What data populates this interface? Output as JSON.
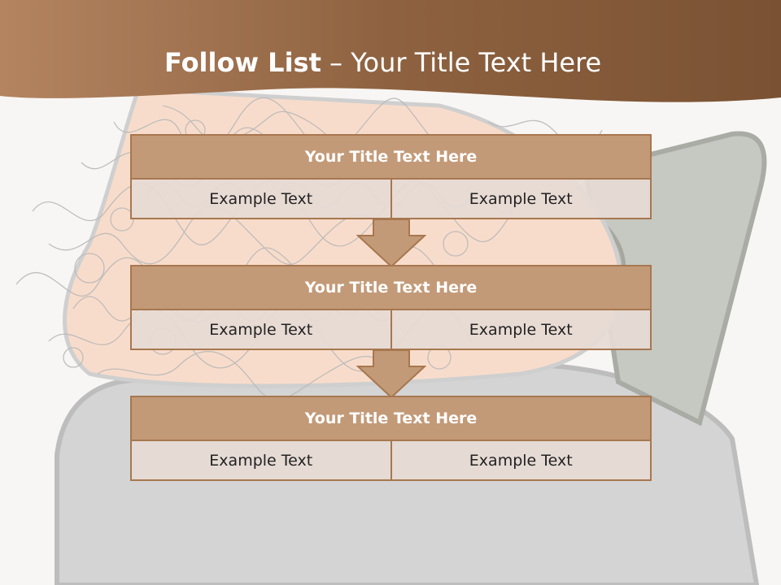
{
  "slide": {
    "title_bold": "Follow List",
    "title_rest": "– Your Title Text Here"
  },
  "blocks": [
    {
      "title": "Your Title Text Here",
      "left": "Example Text",
      "right": "Example Text"
    },
    {
      "title": "Your Title Text Here",
      "left": "Example Text",
      "right": "Example Text"
    },
    {
      "title": "Your Title Text Here",
      "left": "Example Text",
      "right": "Example Text"
    }
  ],
  "colors": {
    "header_brown": "#8a5e3b",
    "block_title_fill": "#c39a78",
    "block_border": "#a7774f",
    "cell_fill": "#e6dad4",
    "arrow_fill": "#c39a78"
  }
}
